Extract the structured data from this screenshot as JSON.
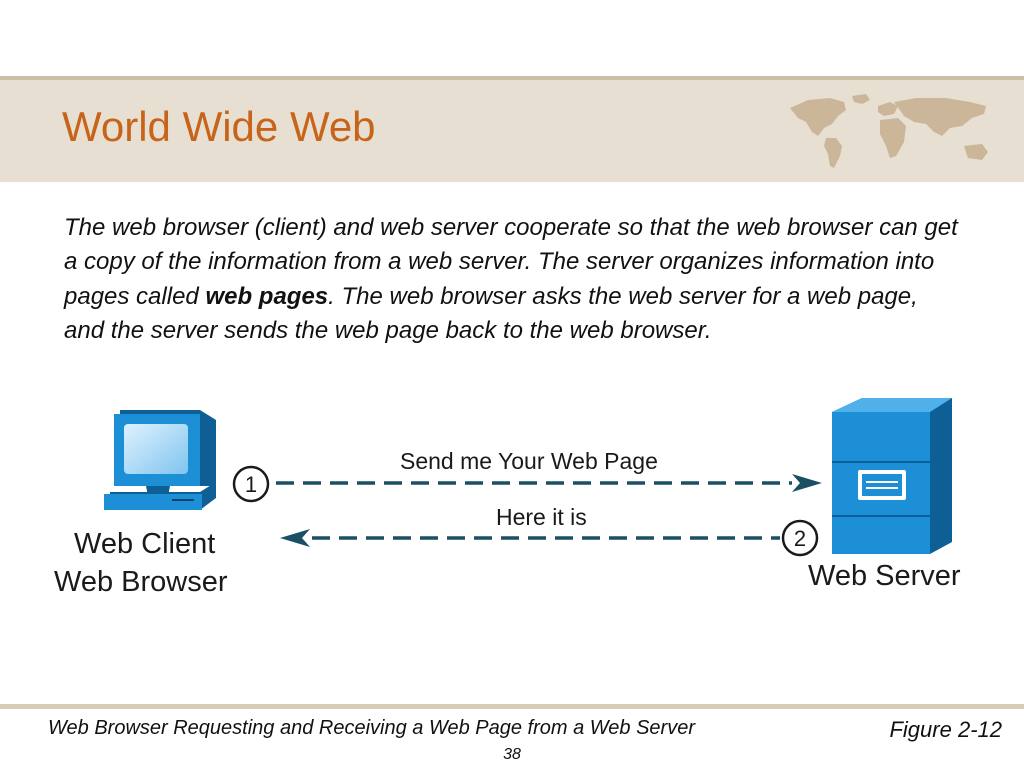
{
  "slide": {
    "title": "World Wide Web",
    "body_parts": {
      "p1": "The web browser (client) and web server cooperate so that the web browser can get a copy of the information from a web server. The server organizes information into pages called ",
      "bold": "web pages",
      "p2": ". The web browser asks the web server for a web page, and the server sends the web page back to the web browser."
    },
    "caption": "Web Browser Requesting and Receiving a Web Page from a Web Server",
    "figure_number": "Figure 2-12",
    "page_number": "38"
  },
  "diagram": {
    "client_label_line1": "Web Client",
    "client_label_line2": "Web Browser",
    "server_label": "Web Server",
    "request_label": "Send me Your Web Page",
    "response_label": "Here it is",
    "step1": "1",
    "step2": "2",
    "colors": {
      "device_blue": "#1d8fd6",
      "device_dark": "#0e5f96",
      "arrow": "#1b4f63",
      "title": "#c8641a",
      "band": "#e7dfd2",
      "map": "#cbb699"
    }
  }
}
